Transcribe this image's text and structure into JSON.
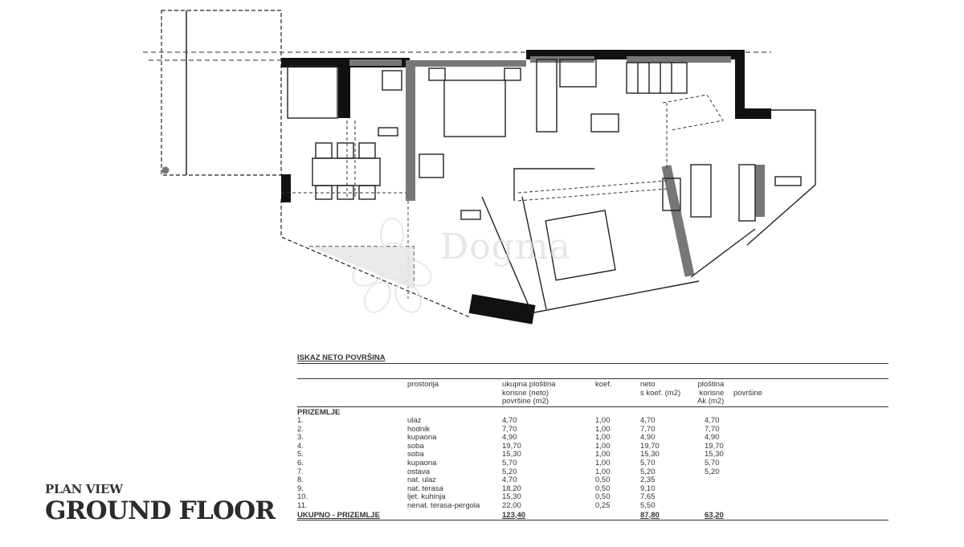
{
  "title": {
    "subtitle": "PLAN VIEW",
    "main": "GROUND FLOOR"
  },
  "watermark": "Dogma",
  "table": {
    "title": "ISKAZ NETO POVRŠINA",
    "headers": {
      "room": "prostorija",
      "area_l1": "ukupna ploština",
      "area_l2": "korisne (neto)",
      "area_l3": "površine (m2)",
      "coef": "koef.",
      "neto_l1": "neto",
      "neto_l2": "s koef. (m2)",
      "ak_l1": "ploština",
      "ak_l2": "korisne",
      "ak_l3": "Ak (m2)",
      "extra": "površine"
    },
    "section": "PRIZEMLJE",
    "rows": [
      {
        "num": "1.",
        "room": "ulaz",
        "area": "4,70",
        "coef": "1,00",
        "neto": "4,70",
        "ak": "4,70"
      },
      {
        "num": "2.",
        "room": "hodnik",
        "area": "7,70",
        "coef": "1,00",
        "neto": "7,70",
        "ak": "7,70"
      },
      {
        "num": "3.",
        "room": "kupaona",
        "area": "4,90",
        "coef": "1,00",
        "neto": "4,90",
        "ak": "4,90"
      },
      {
        "num": "4.",
        "room": "soba",
        "area": "19,70",
        "coef": "1,00",
        "neto": "19,70",
        "ak": "19,70"
      },
      {
        "num": "5.",
        "room": "soba",
        "area": "15,30",
        "coef": "1,00",
        "neto": "15,30",
        "ak": "15,30"
      },
      {
        "num": "6.",
        "room": "kupaona",
        "area": "5,70",
        "coef": "1,00",
        "neto": "5,70",
        "ak": "5,70"
      },
      {
        "num": "7.",
        "room": "ostava",
        "area": "5,20",
        "coef": "1,00",
        "neto": "5,20",
        "ak": "5,20"
      },
      {
        "num": "8.",
        "room": "nat. ulaz",
        "area": "4,70",
        "coef": "0,50",
        "neto": "2,35",
        "ak": ""
      },
      {
        "num": "9.",
        "room": "nat. terasa",
        "area": "18,20",
        "coef": "0,50",
        "neto": "9,10",
        "ak": ""
      },
      {
        "num": "10.",
        "room": "ljet. kuhinja",
        "area": "15,30",
        "coef": "0,50",
        "neto": "7,65",
        "ak": ""
      },
      {
        "num": "11.",
        "room": "nenat. terasa-pergola",
        "area": "22,00",
        "coef": "0,25",
        "neto": "5,50",
        "ak": ""
      }
    ],
    "total": {
      "label": "UKUPNO - PRIZEMLJE",
      "area": "123,40",
      "neto": "87,80",
      "ak": "63,20"
    }
  }
}
